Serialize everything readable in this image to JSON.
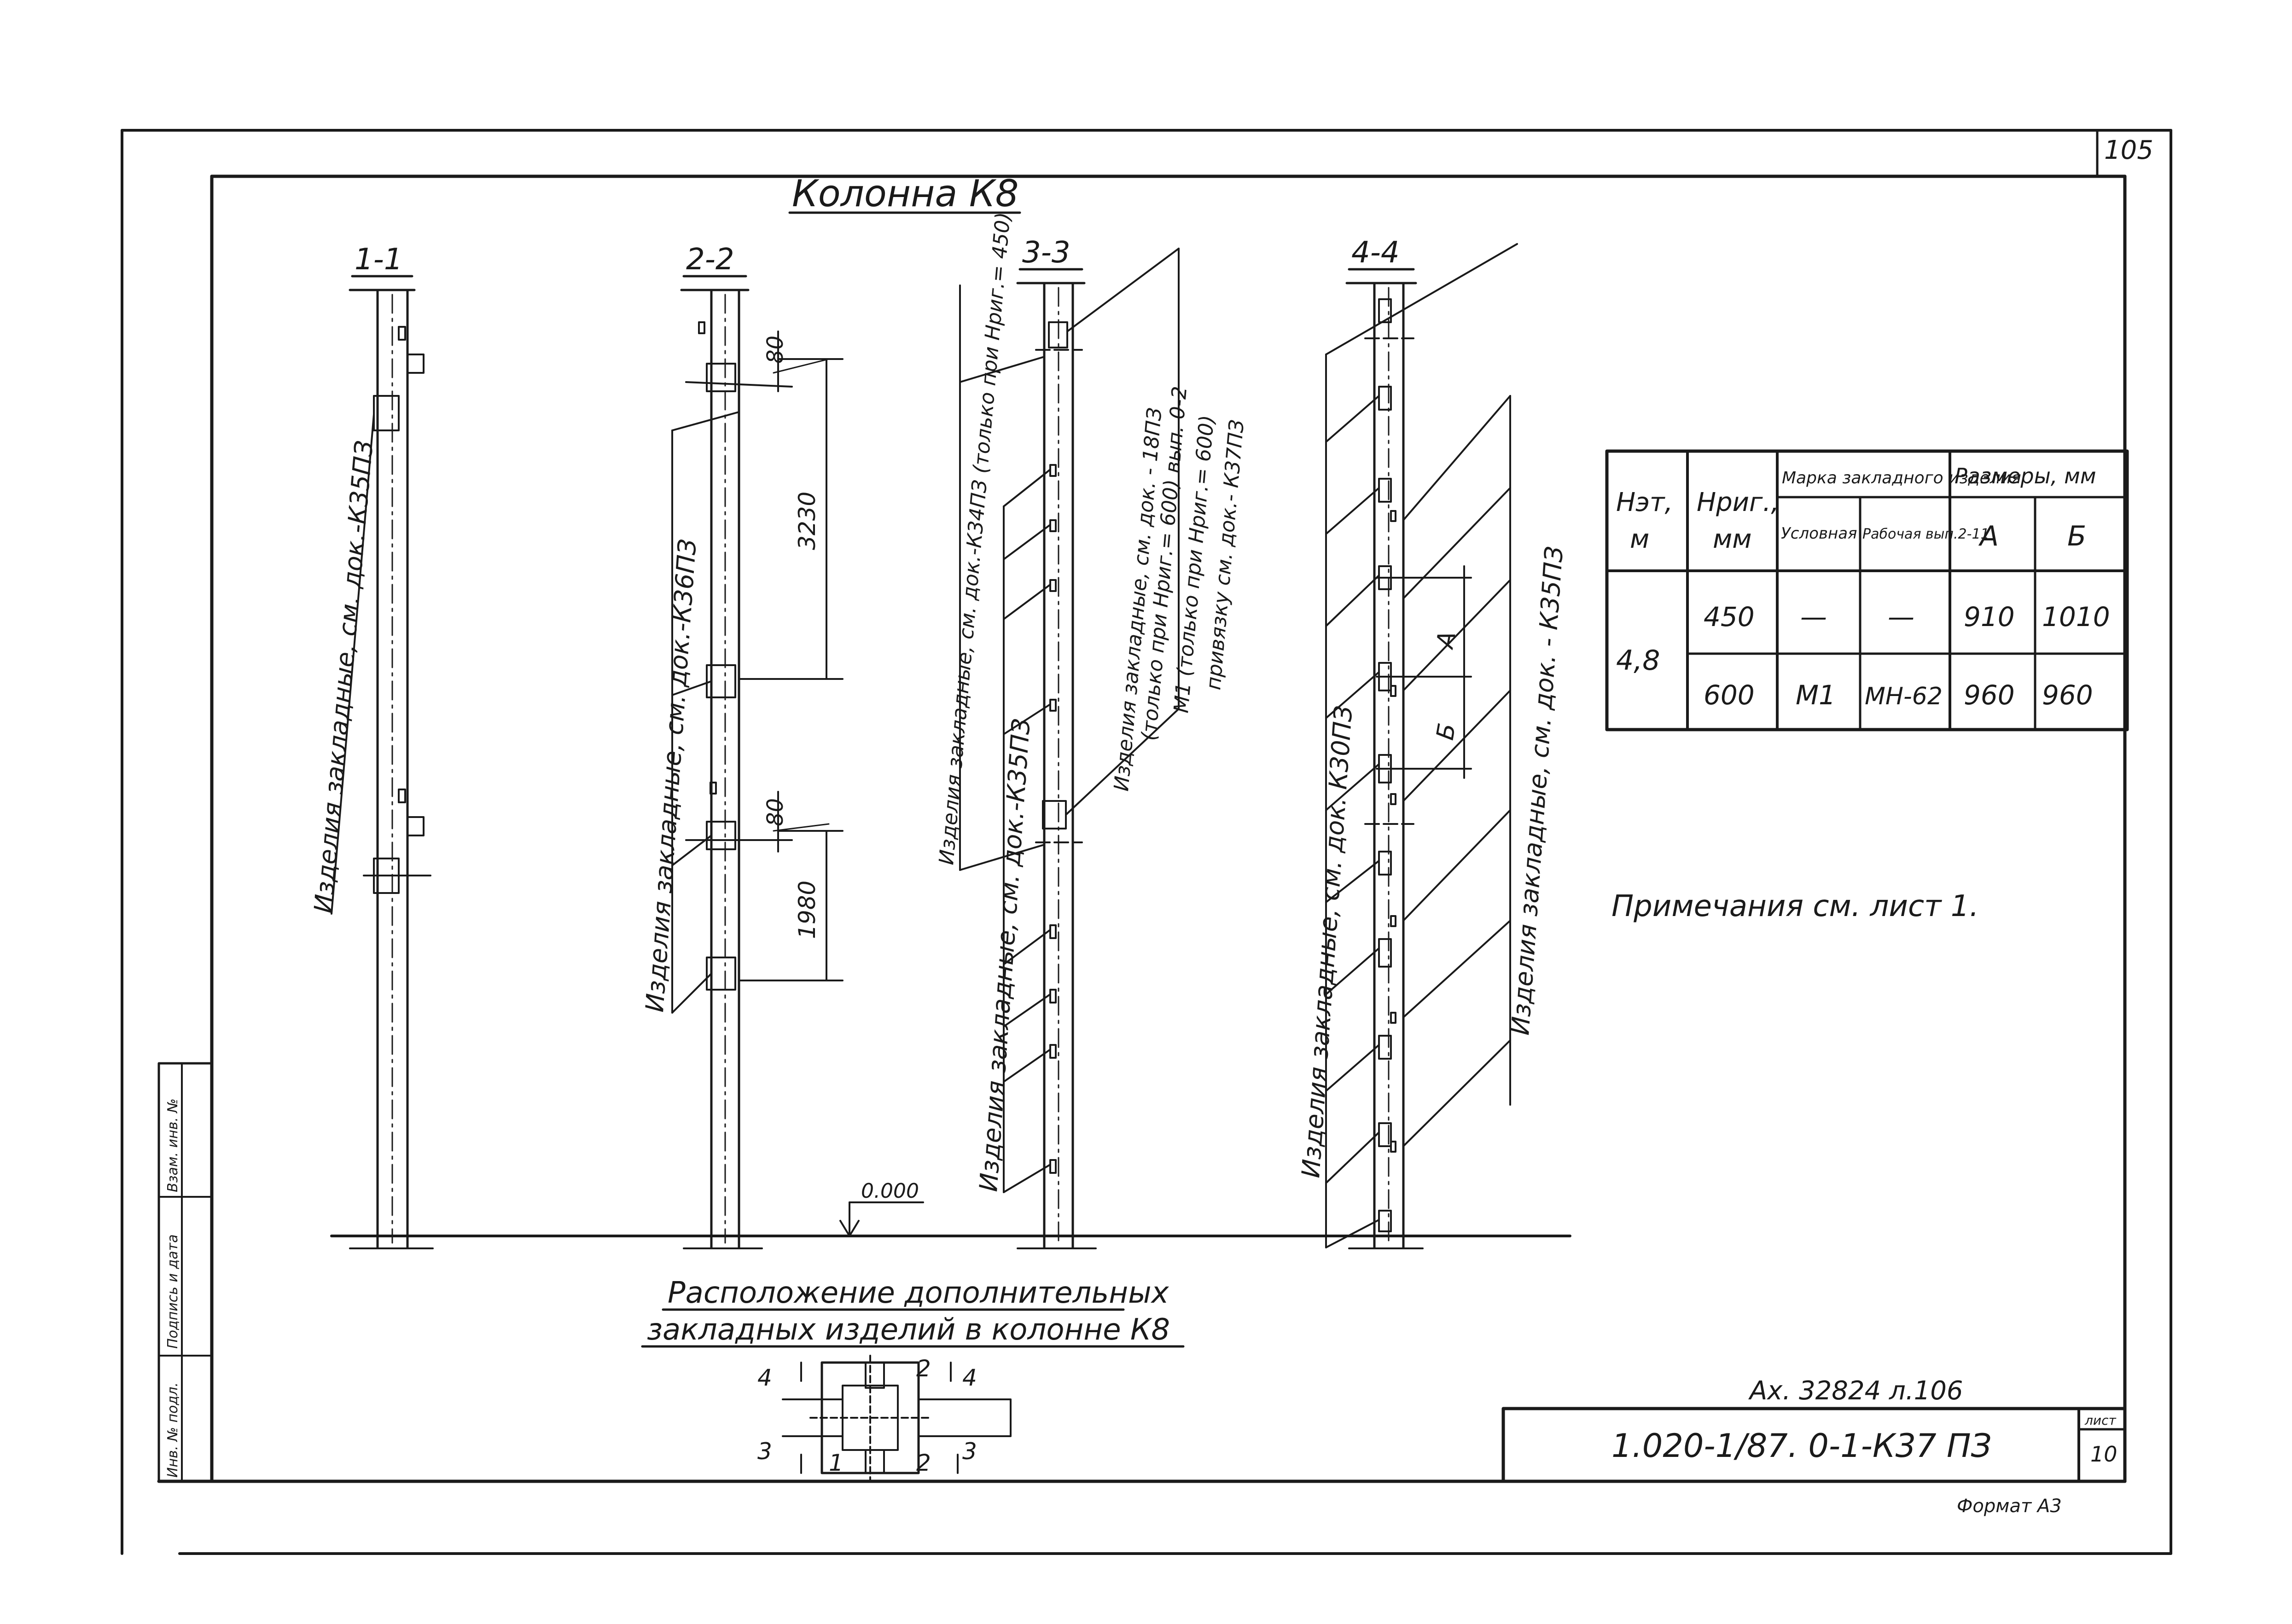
{
  "sheet_number": "105",
  "title": "Колонна К8",
  "sections": {
    "s1": "1-1",
    "s2": "2-2",
    "s3": "3-3",
    "s4": "4-4"
  },
  "dimensions": {
    "d80_top": "80",
    "d3230": "3230",
    "d80_bottom": "80",
    "d1980": "1980",
    "dim_a": "А",
    "dim_b": "Б"
  },
  "level_mark": "0.000",
  "annotations": {
    "col1": "Изделия закладные, см. док.-К35ПЗ",
    "col2": "Изделия закладные, см. док.-К36ПЗ",
    "col3_a": "Изделия закладные, см. док.-К35ПЗ",
    "col3_b": "Изделия закладные, см. док.-К34ПЗ (только при Нриг.= 450)",
    "col3_c1": "Изделия закладные, см. док. - 18ПЗ",
    "col3_c2": "(только при Нриг.= 600) вып. 0-2",
    "col3_c3": "М1 (только при Нриг.= 600)",
    "col3_c4": "привязку см. док.- К37ПЗ",
    "col4_a": "Изделия закладные, см. док. К30ПЗ",
    "col4_b": "Изделия закладные, см. док. - К35ПЗ"
  },
  "caption": {
    "line1": "Расположение дополнительных",
    "line2": "закладных изделий в колонне К8"
  },
  "plan_labels": {
    "n4_left": "4",
    "n4_right": "4",
    "n2_top": "2",
    "n2_bottom": "2",
    "n3_left": "3",
    "n3_right": "3",
    "n1": "1"
  },
  "table": {
    "header": {
      "h_et": "Нэт,",
      "h_et_unit": "м",
      "h_rig": "Нриг.,",
      "h_rig_unit": "мм",
      "marka": "Марка закладного изделия",
      "usl": "Условная",
      "rab": "Рабочая вып.2-11",
      "sizes": "Размеры, мм",
      "a": "А",
      "b": "Б"
    },
    "h_et_value": "4,8",
    "rows": [
      {
        "h_rig": "450",
        "usl": "—",
        "rab": "—",
        "a": "910",
        "b": "1010"
      },
      {
        "h_rig": "600",
        "usl": "М1",
        "rab": "МН-62",
        "a": "960",
        "b": "960"
      }
    ]
  },
  "note": "Примечания см. лист 1.",
  "archive_number": "Ах. 32824 л.106",
  "title_block": {
    "code": "1.020-1/87. 0-1-К37  ПЗ",
    "sheet_label": "лист",
    "sheet_value": "10"
  },
  "format": "Формат А3",
  "side_stamp": {
    "inv_podl": "Инв. № подл.",
    "podpis": "Подпись и дата",
    "vzam": "Взам. инв. №"
  }
}
